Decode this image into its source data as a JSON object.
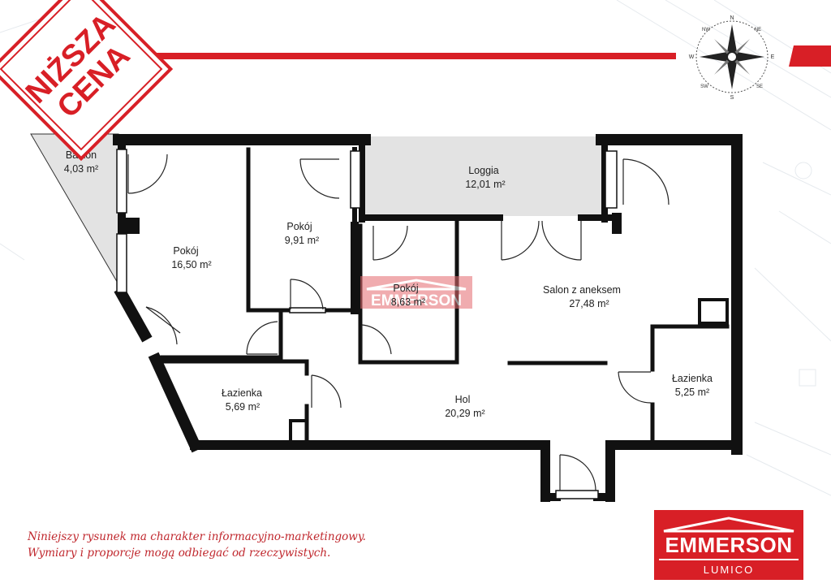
{
  "stamp": {
    "line1": "NIŻSZA",
    "line2": "CENA"
  },
  "rooms": [
    {
      "id": "balkon",
      "name": "Balkon",
      "area": "4,03 m²"
    },
    {
      "id": "pokoj-1",
      "name": "Pokój",
      "area": "16,50 m²"
    },
    {
      "id": "pokoj-2",
      "name": "Pokój",
      "area": "9,91 m²"
    },
    {
      "id": "loggia",
      "name": "Loggia",
      "area": "12,01 m²"
    },
    {
      "id": "pokoj-3",
      "name": "Pokój",
      "area": "8,63 m²"
    },
    {
      "id": "salon",
      "name": "Salon z aneksem",
      "area": "27,48 m²"
    },
    {
      "id": "lazienka-1",
      "name": "Łazienka",
      "area": "5,69 m²"
    },
    {
      "id": "hol",
      "name": "Hol",
      "area": "20,29 m²"
    },
    {
      "id": "lazienka-2",
      "name": "Łazienka",
      "area": "5,25 m²"
    }
  ],
  "compass": {
    "n": "N",
    "e": "E",
    "s": "S",
    "w": "W",
    "ne": "NE",
    "nw": "NW",
    "se": "SE",
    "sw": "SW"
  },
  "watermark": "EMMERSON",
  "disclaimer": {
    "line1": "Niniejszy rysunek ma charakter informacyjno-marketingowy.",
    "line2": "Wymiary i proporcje mogą odbiegać od rzeczywistych."
  },
  "logo": {
    "name": "EMMERSON",
    "sub": "LUMICO"
  },
  "colors": {
    "brand": "#d81f26",
    "wall": "#111111",
    "balcony_fill": "#e3e3e3",
    "text": "#222222"
  }
}
